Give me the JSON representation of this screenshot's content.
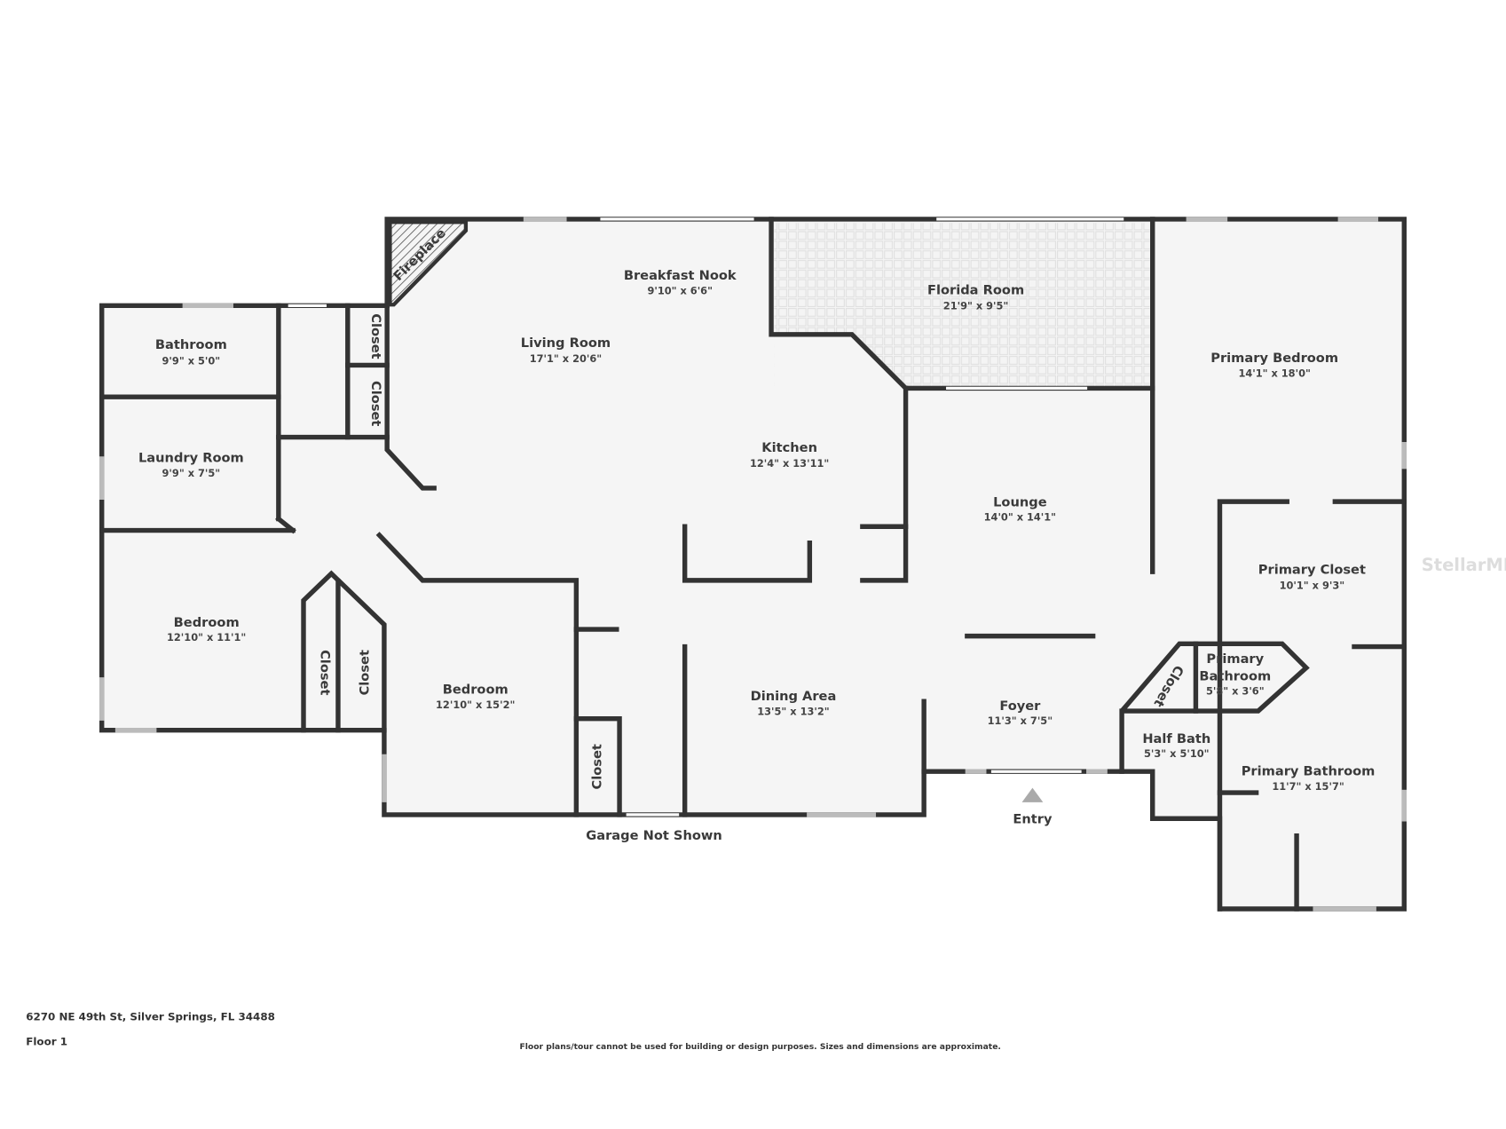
{
  "plan": {
    "address": "6270 NE 49th St, Silver Springs, FL 34488",
    "floor": "Floor 1",
    "disclaimer": "Floor plans/tour cannot be used for building or design purposes. Sizes and dimensions are approximate.",
    "watermark": "StellarMLS",
    "garage_note": "Garage Not Shown",
    "entry_label": "Entry",
    "fireplace_label": "Fireplace",
    "colors": {
      "wall": "#333333",
      "floor": "#f5f5f5",
      "text": "#3a3a3a"
    },
    "rooms": [
      {
        "name": "Breakfast Nook",
        "dims": "9'10\" x 6'6\""
      },
      {
        "name": "Florida Room",
        "dims": "21'9\" x 9'5\""
      },
      {
        "name": "Living Room",
        "dims": "17'1\" x 20'6\""
      },
      {
        "name": "Bathroom",
        "dims": "9'9\" x 5'0\""
      },
      {
        "name": "Primary Bedroom",
        "dims": "14'1\" x 18'0\""
      },
      {
        "name": "Laundry Room",
        "dims": "9'9\" x 7'5\""
      },
      {
        "name": "Kitchen",
        "dims": "12'4\" x 13'11\""
      },
      {
        "name": "Lounge",
        "dims": "14'0\" x 14'1\""
      },
      {
        "name": "Primary Closet",
        "dims": "10'1\" x 9'3\""
      },
      {
        "name": "Bedroom",
        "dims": "12'10\" x 11'1\""
      },
      {
        "name": "Bedroom",
        "dims": "12'10\" x 15'2\""
      },
      {
        "name": "Dining Area",
        "dims": "13'5\" x 13'2\""
      },
      {
        "name": "Foyer",
        "dims": "11'3\" x 7'5\""
      },
      {
        "name": "Primary",
        "name2": "Bathroom",
        "dims": "5'8\" x 3'6\""
      },
      {
        "name": "Half Bath",
        "dims": "5'3\" x 5'10\""
      },
      {
        "name": "Primary Bathroom",
        "dims": "11'7\" x 15'7\""
      }
    ],
    "closet_label": "Closet"
  }
}
